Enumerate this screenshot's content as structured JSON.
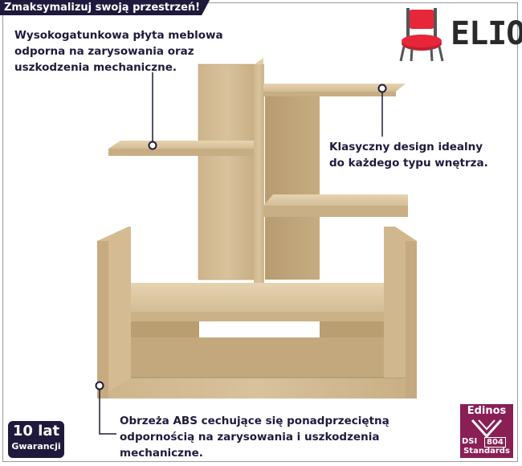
{
  "banner": {
    "text": "Zmaksymalizuj swoją przestrzeń!"
  },
  "brand": {
    "name": "ELIOR",
    "icon": "chair-icon",
    "accent_color": "#e8263a"
  },
  "callouts": {
    "top_left": {
      "lines": [
        "Wysokogatunkowa płyta meblowa",
        "odporna na zarysowania oraz",
        "uszkodzenia mechaniczne."
      ]
    },
    "right": {
      "lines": [
        "Klasyczny design idealny",
        "do każdego typu wnętrza."
      ]
    },
    "bottom": {
      "lines": [
        "Obrzeża ABS cechujące się ponadprzeciętną",
        "odpornością na zarysowania i uszkodzenia",
        "mechaniczne."
      ]
    }
  },
  "warranty": {
    "line1": "10 lat",
    "line2": "Gwarancji"
  },
  "certificate": {
    "title": "Edinos",
    "code_left": "DSI",
    "code_right": "804",
    "subtitle": "Standards"
  },
  "colors": {
    "navy": "#1f1a3c",
    "wood": "#d2b98f",
    "certificate": "#8a1f55"
  }
}
